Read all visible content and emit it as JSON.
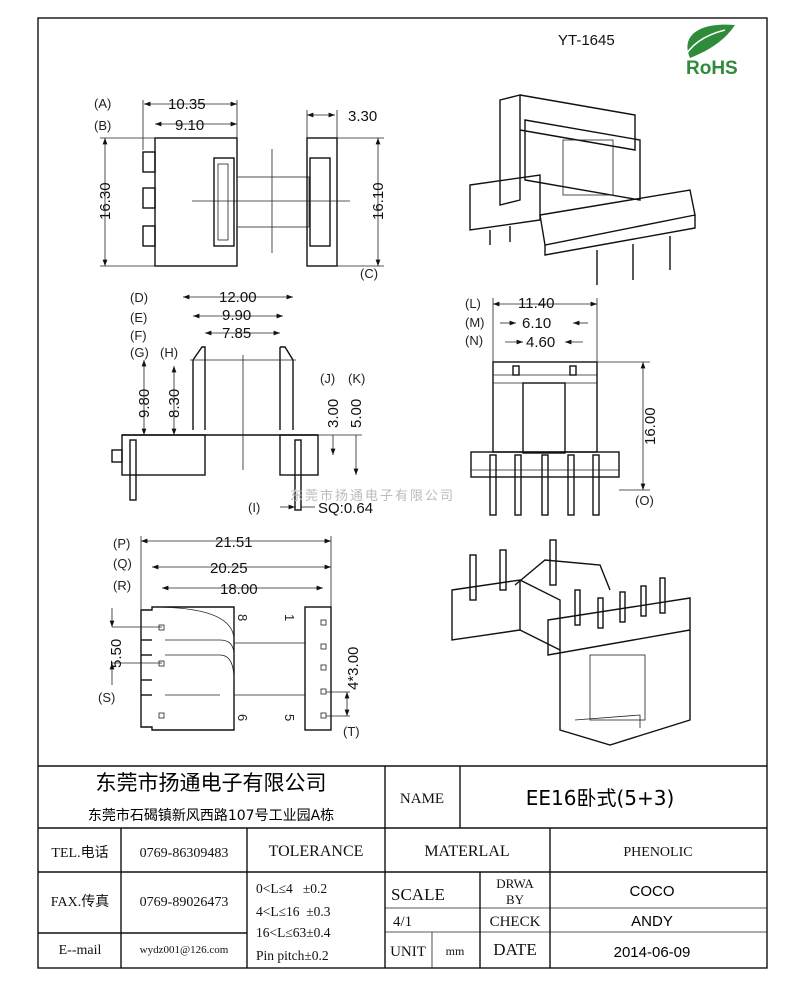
{
  "part_number": "YT-1645",
  "rohs_logo_text": "RoHS",
  "watermark": "东莞市扬通电子有限公司",
  "dimensions": {
    "A": "10.35",
    "B": "9.10",
    "C": "3.30",
    "height_left": "16.30",
    "height_right": "16.10",
    "D": "12.00",
    "E": "9.90",
    "F": "7.85",
    "G": "9.80",
    "H": "8.30",
    "J": "3.00",
    "K": "5.00",
    "I": "SQ:0.64",
    "L": "11.40",
    "M": "6.10",
    "N": "4.60",
    "O": "16.00",
    "P": "21.51",
    "Q": "20.25",
    "R": "18.00",
    "S": "5.50",
    "T": "4*3.00"
  },
  "labels": {
    "A": "(A)",
    "B": "(B)",
    "C": "(C)",
    "D": "(D)",
    "E": "(E)",
    "F": "(F)",
    "G": "(G)",
    "H": "(H)",
    "I": "(I)",
    "J": "(J)",
    "K": "(K)",
    "L": "(L)",
    "M": "(M)",
    "N": "(N)",
    "O": "(O)",
    "P": "(P)",
    "Q": "(Q)",
    "R": "(R)",
    "S": "(S)",
    "T": "(T)"
  },
  "pin_numbers": {
    "p8": "8",
    "p1": "1",
    "p6": "6",
    "p5": "5"
  },
  "title_block": {
    "company": "东莞市扬通电子有限公司",
    "address": "东莞市石碣镇新风西路107号工业园A栋",
    "name_label": "NAME",
    "name_value": "EE16卧式(5+3)",
    "tel_label": "TEL.电话",
    "tel_value": "0769-86309483",
    "fax_label": "FAX.传真",
    "fax_value": "0769-89026473",
    "email_label": "E--mail",
    "email_value": "wydz001@126.com",
    "tolerance_label": "TOLERANCE",
    "tolerance_lines": [
      "0<L≤4   ±0.2",
      "4<L≤16  ±0.3",
      "16<L≤63±0.4",
      "Pin pitch±0.2"
    ],
    "material_label": "MATERLAL",
    "material_value": "PHENOLIC",
    "scale_label": "SCALE",
    "scale_value": "4/1",
    "drawn_label_1": "DRWA",
    "drawn_label_2": "BY",
    "drawn_value": "COCO",
    "check_label": "CHECK",
    "check_value": "ANDY",
    "unit_label": "UNIT",
    "unit_value": "mm",
    "date_label": "DATE",
    "date_value": "2014-06-09"
  }
}
